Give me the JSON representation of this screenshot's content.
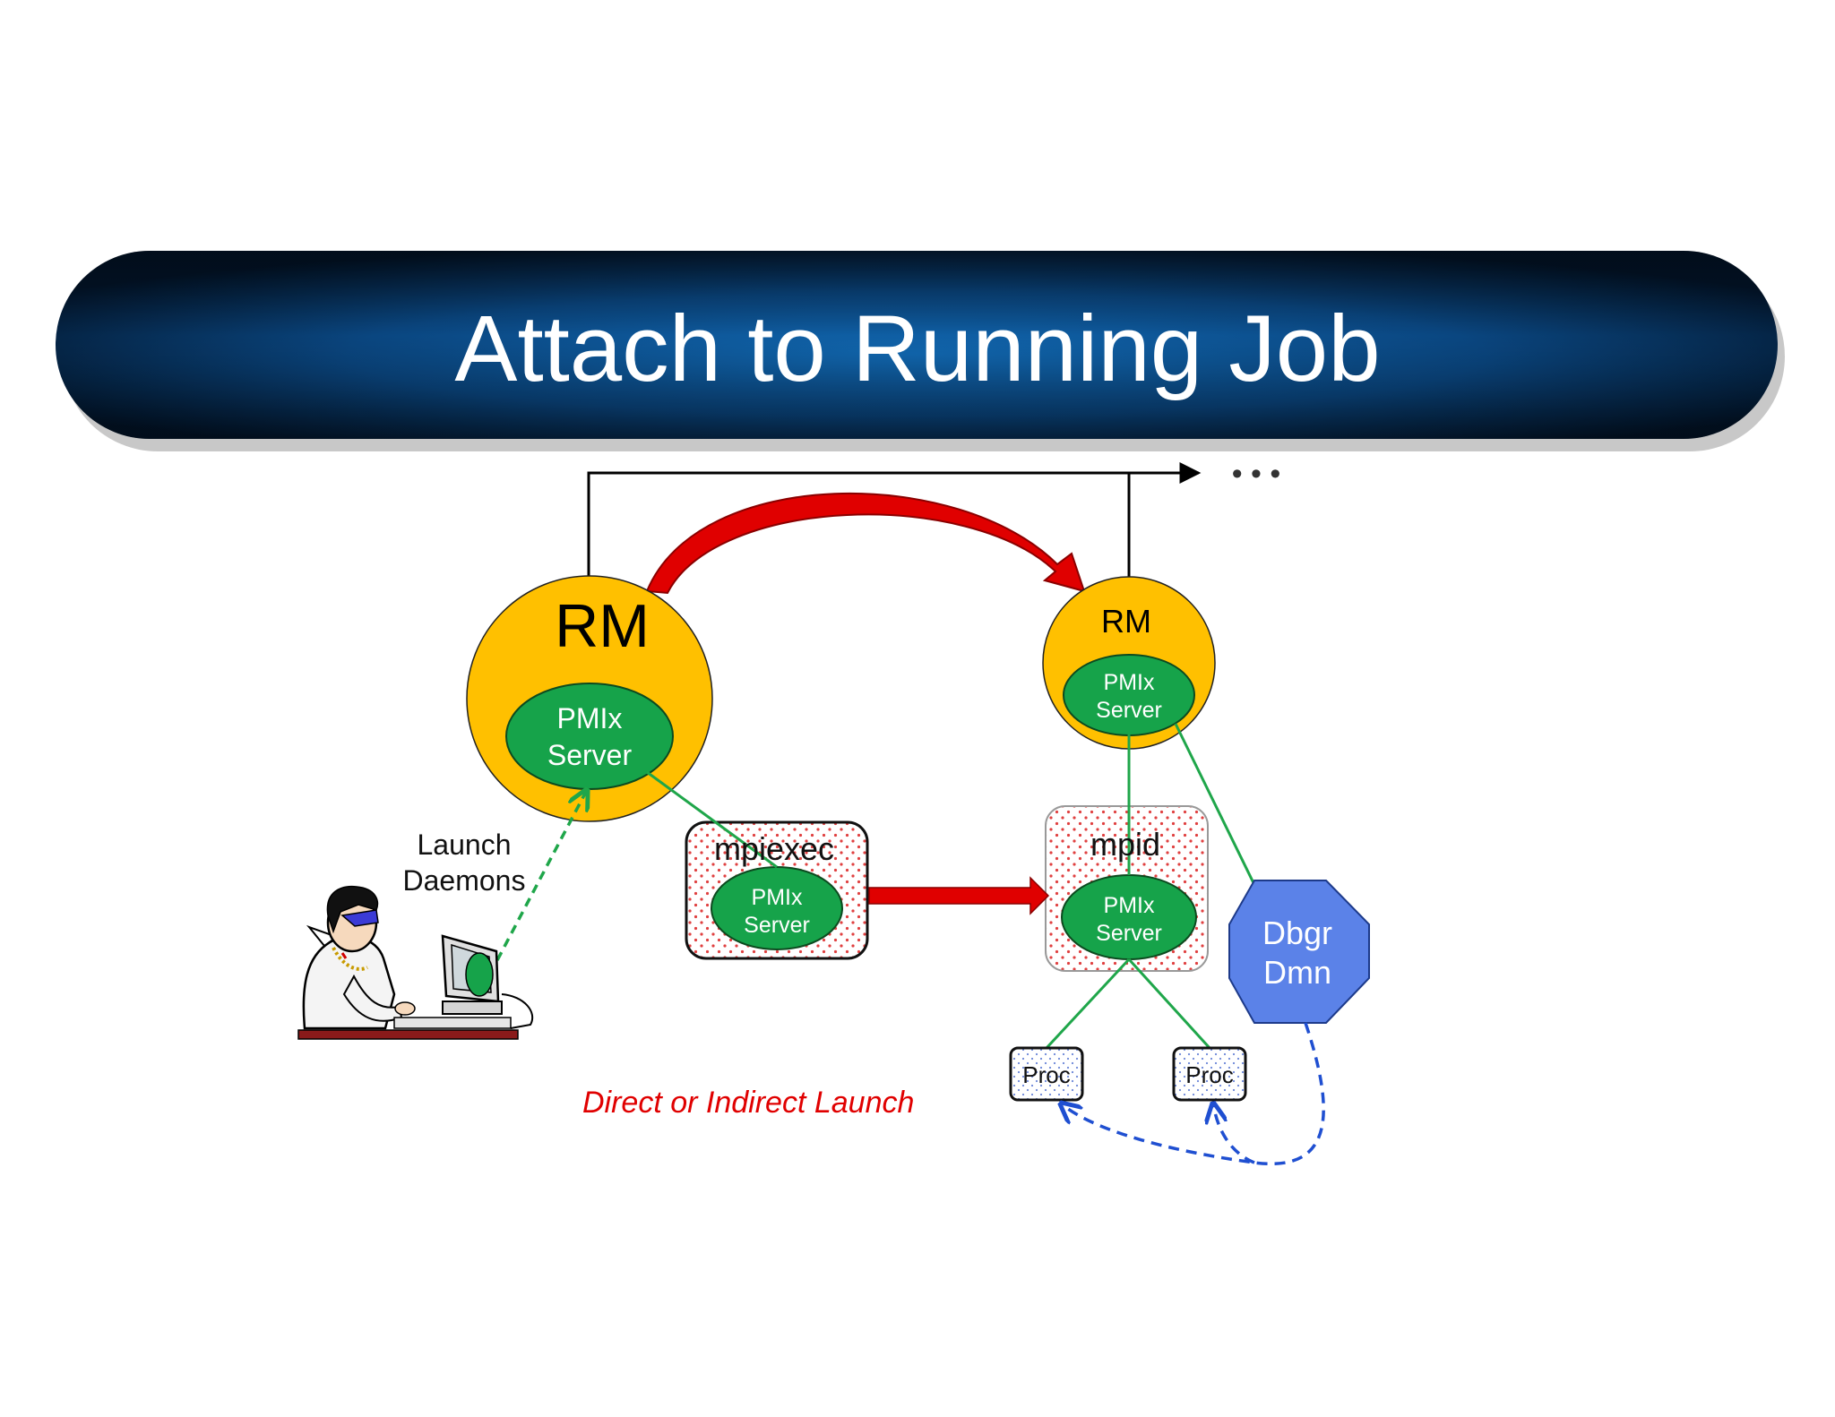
{
  "title": "Attach to Running Job",
  "ellipsis": "• • •",
  "rm_left": {
    "label": "RM",
    "pmix_line1": "PMIx",
    "pmix_line2": "Server"
  },
  "rm_right": {
    "label": "RM",
    "pmix_line1": "PMIx",
    "pmix_line2": "Server"
  },
  "mpiexec": {
    "label": "mpiexec",
    "pmix_line1": "PMIx",
    "pmix_line2": "Server"
  },
  "mpid": {
    "label": "mpid",
    "pmix_line1": "PMIx",
    "pmix_line2": "Server"
  },
  "debugger_daemon": {
    "line1": "Dbgr",
    "line2": "Dmn"
  },
  "procs": [
    "Proc",
    "Proc"
  ],
  "launch_label": {
    "line1": "Launch",
    "line2": "Daemons"
  },
  "launch_mode_caption": "Direct or Indirect Launch",
  "colors": {
    "title_bar_dark": "#031a33",
    "title_bar_mid": "#0b4d86",
    "rm_fill": "#ffc000",
    "pmix_fill": "#16a34a",
    "green_line": "#1fa64a",
    "red_arrow": "#e00000",
    "debugger_fill": "#5b82e8",
    "dashed_blue": "#1f4fd1"
  }
}
